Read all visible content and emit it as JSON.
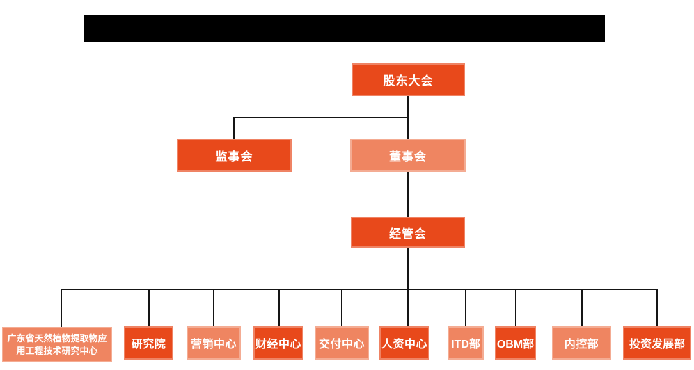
{
  "org_chart": {
    "title_bar": {
      "text": ""
    },
    "nodes": {
      "shareholders": {
        "label": "股东大会",
        "tone": "dark"
      },
      "supervisory": {
        "label": "监事会",
        "tone": "dark"
      },
      "board": {
        "label": "董事会",
        "tone": "light"
      },
      "management": {
        "label": "经管会",
        "tone": "dark"
      }
    },
    "departments": [
      {
        "label": "广东省天然植物提取物应用工程技术研究中心",
        "tone": "light"
      },
      {
        "label": "研究院",
        "tone": "dark"
      },
      {
        "label": "营销中心",
        "tone": "light"
      },
      {
        "label": "财经中心",
        "tone": "dark"
      },
      {
        "label": "交付中心",
        "tone": "light"
      },
      {
        "label": "人资中心",
        "tone": "dark"
      },
      {
        "label": "ITD部",
        "tone": "light"
      },
      {
        "label": "OBM部",
        "tone": "dark"
      },
      {
        "label": "内控部",
        "tone": "light"
      },
      {
        "label": "投资发展部",
        "tone": "dark"
      }
    ],
    "colors": {
      "primary_orange": "#E8491B",
      "light_orange": "#EF8561",
      "connector": "#151515",
      "title_bar": "#000000"
    }
  }
}
